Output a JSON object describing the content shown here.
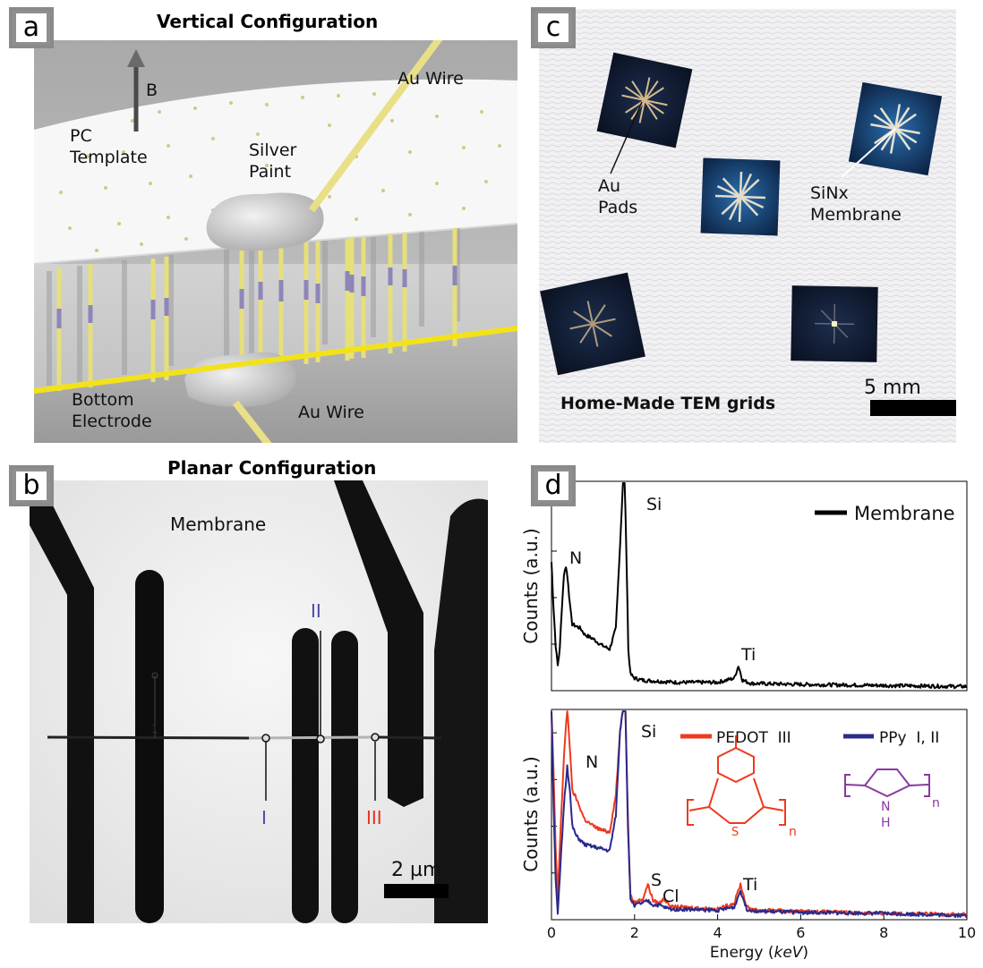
{
  "panels": {
    "a": {
      "badge": "a",
      "title": "Vertical Configuration",
      "labels": {
        "b_field": "B",
        "pc_template": "PC\nTemplate",
        "silver_paint": "Silver\nPaint",
        "au_wire_top": "Au Wire",
        "bottom_electrode": "Bottom\nElectrode",
        "au_wire_bottom": "Au Wire"
      }
    },
    "b": {
      "badge": "b",
      "title": "Planar Configuration",
      "labels": {
        "membrane": "Membrane",
        "marker_i": "I",
        "marker_ii": "II",
        "marker_iii": "III",
        "scale": "2 µm",
        "stray_mark": "1"
      },
      "colors": {
        "marker_i": "#4a4aa8",
        "marker_ii": "#4a4aa8",
        "marker_iii": "#e8321e"
      }
    },
    "c": {
      "badge": "c",
      "labels": {
        "au_pads": "Au\nPads",
        "sinx_membrane": "SiNx\nMembrane",
        "caption": "Home-Made TEM grids",
        "scale": "5 mm"
      }
    },
    "d": {
      "badge": "d",
      "chart_data": [
        {
          "type": "line",
          "ylabel": "Counts (a.u.)",
          "xlim": [
            0,
            10
          ],
          "series": [
            {
              "name": "Membrane",
              "color": "#000000",
              "x": [
                0,
                0.05,
                0.1,
                0.15,
                0.2,
                0.25,
                0.3,
                0.35,
                0.4,
                0.45,
                0.5,
                0.6,
                0.7,
                0.8,
                1.0,
                1.2,
                1.4,
                1.55,
                1.65,
                1.72,
                1.76,
                1.8,
                1.85,
                1.9,
                2.0,
                2.2,
                3.0,
                4.0,
                4.4,
                4.5,
                4.6,
                4.8,
                6.0,
                8.0,
                10.0
              ],
              "y": [
                0.62,
                0.4,
                0.22,
                0.12,
                0.2,
                0.4,
                0.56,
                0.6,
                0.52,
                0.4,
                0.32,
                0.31,
                0.3,
                0.27,
                0.25,
                0.22,
                0.2,
                0.3,
                0.7,
                1.0,
                1.02,
                0.7,
                0.2,
                0.08,
                0.06,
                0.05,
                0.04,
                0.04,
                0.06,
                0.12,
                0.05,
                0.035,
                0.03,
                0.025,
                0.02
              ]
            }
          ],
          "annotations": [
            "N",
            "Si",
            "Ti"
          ]
        },
        {
          "type": "line",
          "xlabel": "Energy (keV)",
          "ylabel": "Counts (a.u.)",
          "xlim": [
            0,
            10
          ],
          "xticks": [
            0,
            2,
            4,
            6,
            8,
            10
          ],
          "series": [
            {
              "name": "PEDOT  III",
              "color": "#ee3a1e",
              "x": [
                0,
                0.05,
                0.1,
                0.15,
                0.2,
                0.3,
                0.38,
                0.45,
                0.5,
                0.6,
                0.8,
                1.0,
                1.2,
                1.4,
                1.55,
                1.65,
                1.72,
                1.78,
                1.84,
                1.9,
                2.0,
                2.2,
                2.32,
                2.45,
                2.6,
                2.7,
                2.9,
                3.2,
                4.0,
                4.4,
                4.55,
                4.7,
                5.0,
                6.0,
                8.0,
                10.0
              ],
              "y": [
                1.02,
                0.7,
                0.35,
                0.1,
                0.35,
                0.78,
                1.02,
                0.8,
                0.62,
                0.58,
                0.48,
                0.45,
                0.43,
                0.42,
                0.6,
                0.9,
                1.02,
                1.02,
                0.5,
                0.12,
                0.08,
                0.1,
                0.17,
                0.09,
                0.08,
                0.1,
                0.06,
                0.06,
                0.05,
                0.08,
                0.17,
                0.06,
                0.045,
                0.04,
                0.03,
                0.025
              ]
            },
            {
              "name": "PPy  I, II",
              "color": "#2a2a8c",
              "x": [
                0,
                0.05,
                0.1,
                0.15,
                0.2,
                0.3,
                0.38,
                0.45,
                0.5,
                0.6,
                0.8,
                1.0,
                1.2,
                1.4,
                1.55,
                1.65,
                1.72,
                1.78,
                1.84,
                1.9,
                2.0,
                2.2,
                2.32,
                2.45,
                2.6,
                2.7,
                2.9,
                3.2,
                4.0,
                4.4,
                4.55,
                4.7,
                5.0,
                6.0,
                8.0,
                10.0
              ],
              "y": [
                1.02,
                0.55,
                0.2,
                0.02,
                0.2,
                0.55,
                0.74,
                0.6,
                0.45,
                0.4,
                0.36,
                0.35,
                0.34,
                0.33,
                0.5,
                0.9,
                1.02,
                1.02,
                0.45,
                0.1,
                0.07,
                0.08,
                0.09,
                0.07,
                0.07,
                0.06,
                0.05,
                0.05,
                0.045,
                0.06,
                0.14,
                0.05,
                0.04,
                0.035,
                0.03,
                0.02
              ]
            }
          ],
          "annotations": [
            "Si",
            "N",
            "S",
            "Cl",
            "Ti"
          ],
          "structures": {
            "pedot_sub": "n",
            "ppy_sub": "n",
            "sulfur": "S",
            "nitrogen": "N",
            "hydrogen": "H"
          }
        }
      ]
    }
  }
}
